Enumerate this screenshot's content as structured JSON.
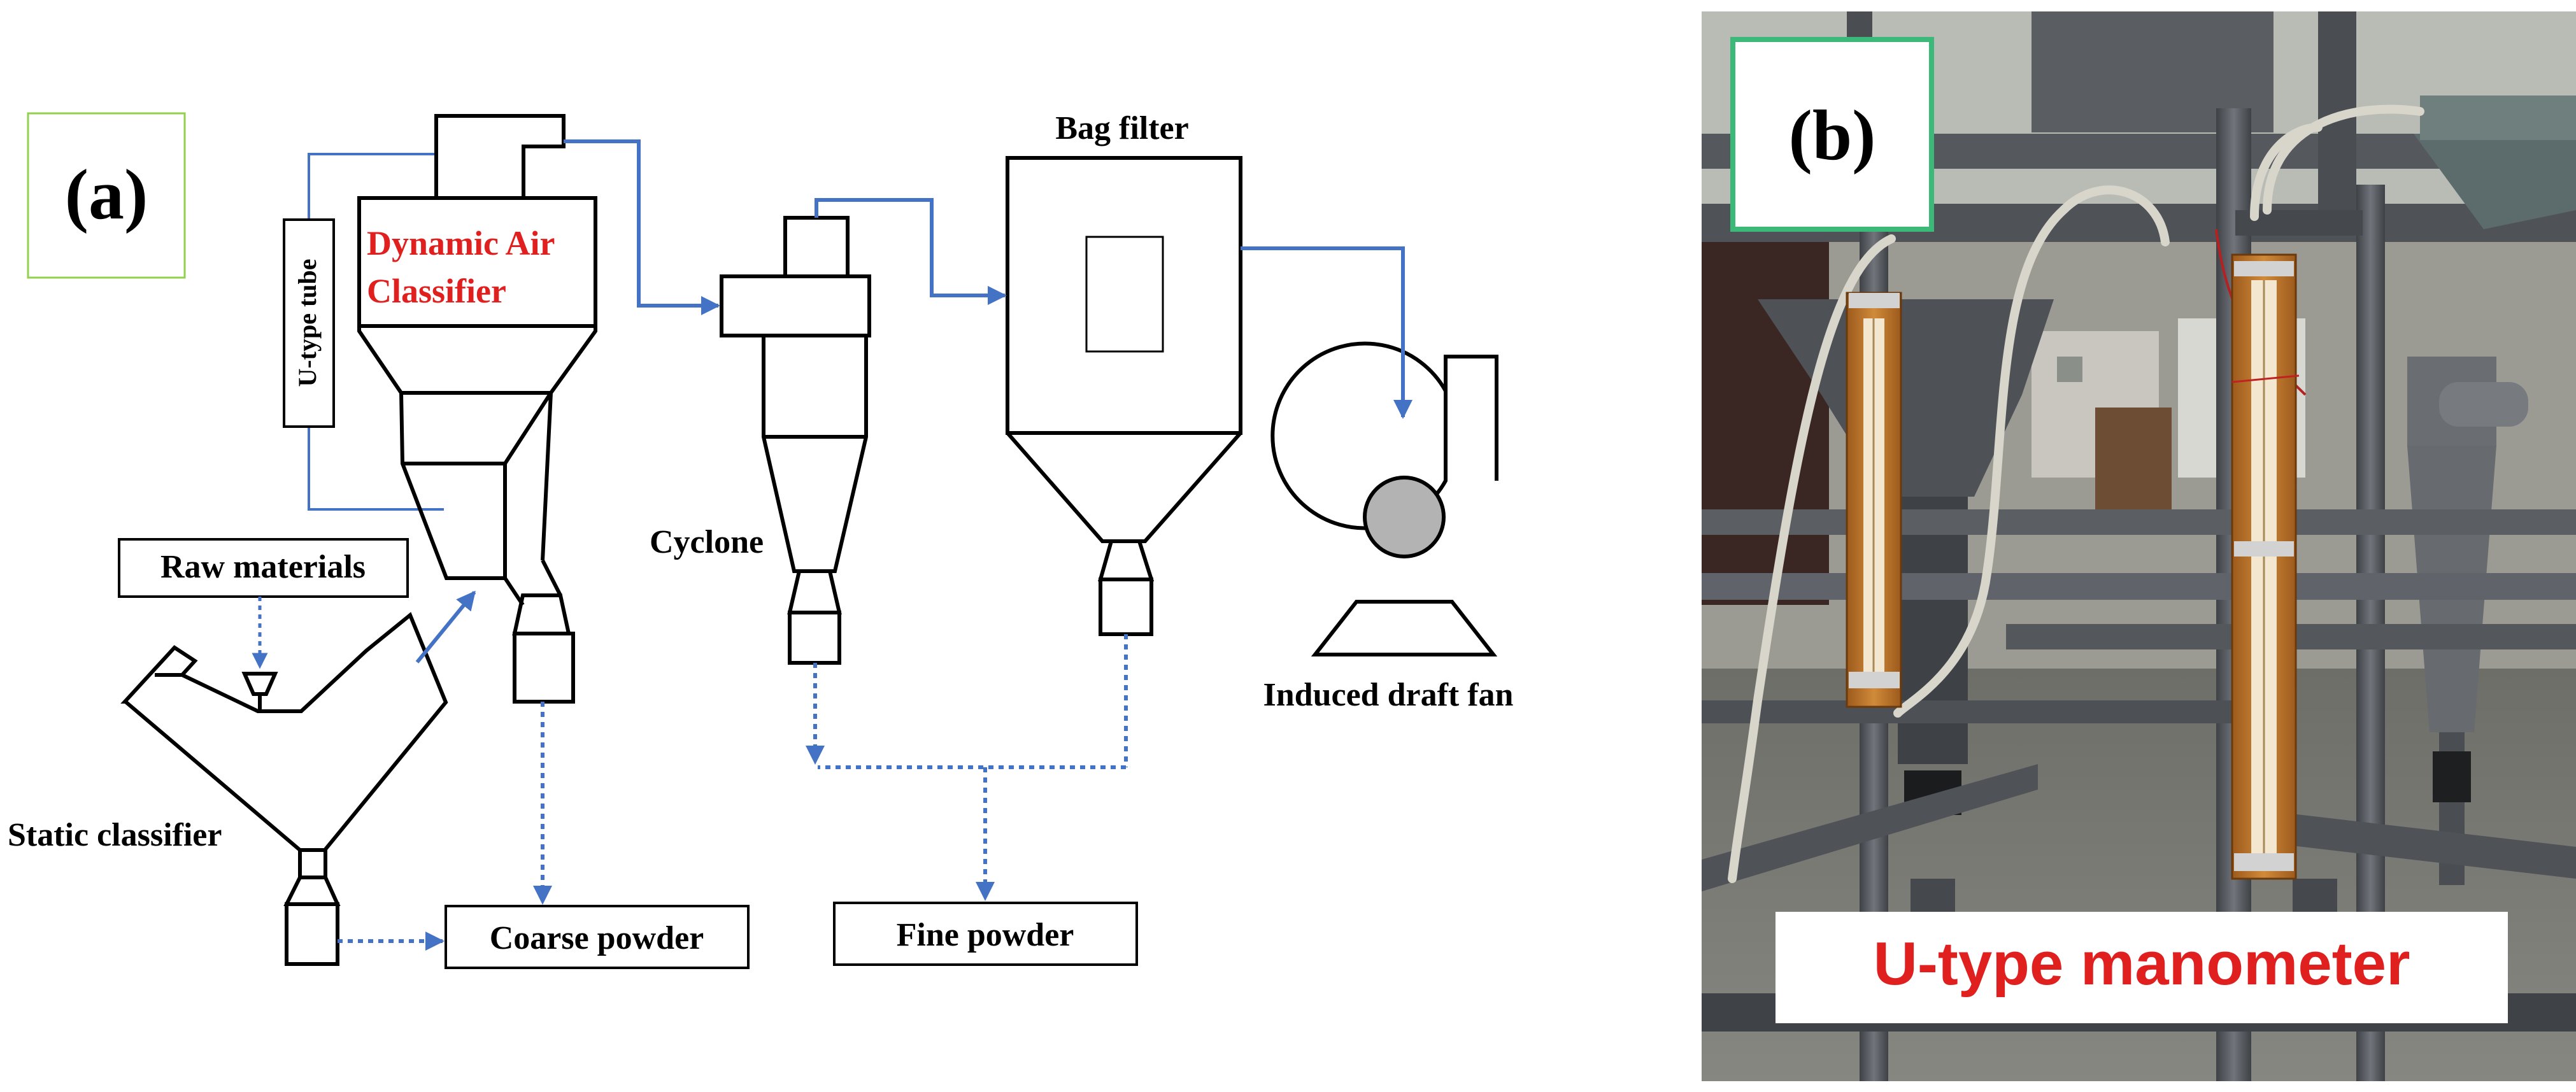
{
  "panel_a": {
    "tag": "(a)",
    "labels": {
      "bag_filter": "Bag filter",
      "dynamic_air_classifier_line1": "Dynamic Air",
      "dynamic_air_classifier_line2": "Classifier",
      "u_type_tube": "U-type tube",
      "raw_materials": "Raw materials",
      "cyclone": "Cyclone",
      "induced_draft_fan": "Induced draft fan",
      "static_classifier": "Static classifier",
      "coarse_powder": "Coarse powder",
      "fine_powder": "Fine powder"
    }
  },
  "panel_b": {
    "tag": "(b)",
    "caption": "U-type manometer"
  },
  "colors": {
    "flow_arrow": "#4472c4",
    "label_red": "#e0201f",
    "tag_border_a": "#92d050",
    "tag_border_b": "#3cb878",
    "steel": "#5b5e63",
    "manometer_wood": "#c0772a"
  }
}
